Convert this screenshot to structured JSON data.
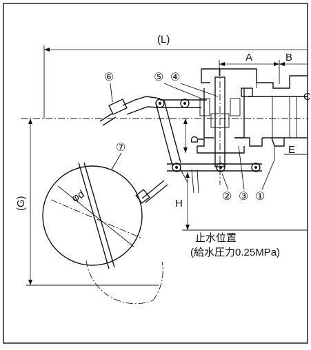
{
  "dimensions": {
    "L": "(L)",
    "A": "A",
    "B": "B",
    "C": "C",
    "D": "D",
    "E": "E",
    "G": "(G)",
    "H": "H",
    "diameter": "φd"
  },
  "parts": [
    "①",
    "②",
    "③",
    "④",
    "⑤",
    "⑥",
    "⑦"
  ],
  "note": {
    "line1": "止水位置",
    "line2": "(給水圧力0.25MPa)"
  }
}
